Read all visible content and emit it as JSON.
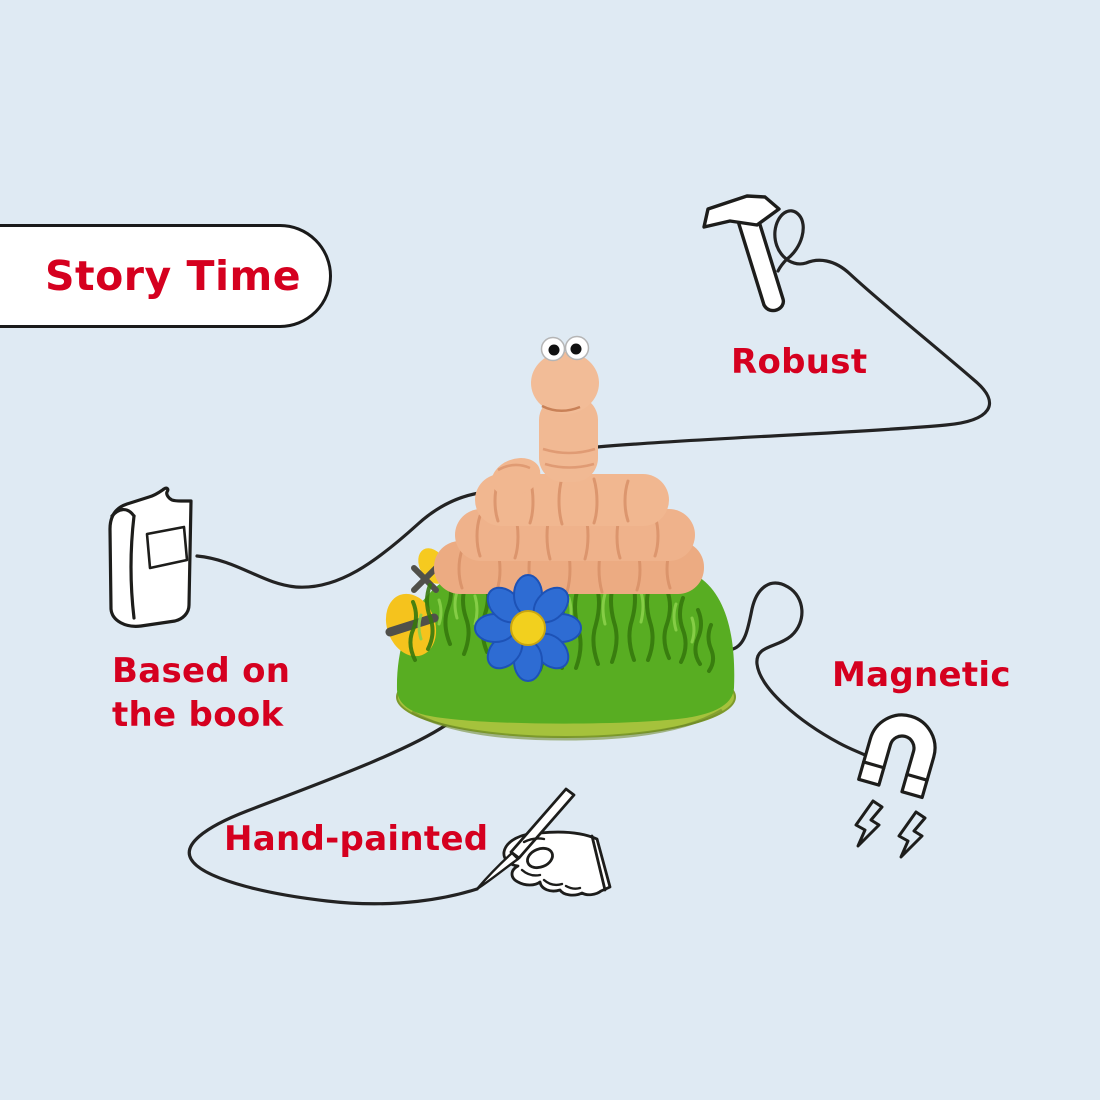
{
  "theme": {
    "background": "#dfeaf3",
    "accent": "#d5001f",
    "outline": "#1d1d1b",
    "connector": "#232323"
  },
  "badge": {
    "label": "Story Time"
  },
  "features": [
    {
      "id": "robust",
      "label": "Robust",
      "icon": "hammer-icon"
    },
    {
      "id": "based-on-the-book",
      "label": "Based on the book",
      "line1": "Based on",
      "line2": "the book",
      "icon": "book-icon"
    },
    {
      "id": "magnetic",
      "label": "Magnetic",
      "icon": "magnet-icon"
    },
    {
      "id": "hand-painted",
      "label": "Hand-painted",
      "icon": "hand-paintbrush-icon"
    }
  ],
  "figurine": {
    "subject": "coiled worm character sitting on a grassy mound",
    "visible_details": [
      "googly eyes",
      "blue flower with yellow centre",
      "bee on left side of the grass"
    ],
    "colors": {
      "worm": "#efb28d",
      "grass": "#58ad22",
      "base_rim": "#a5c23c",
      "flower": "#2e6cd3",
      "flower_centre": "#f2d01e",
      "bee": "#f5c31d"
    }
  }
}
